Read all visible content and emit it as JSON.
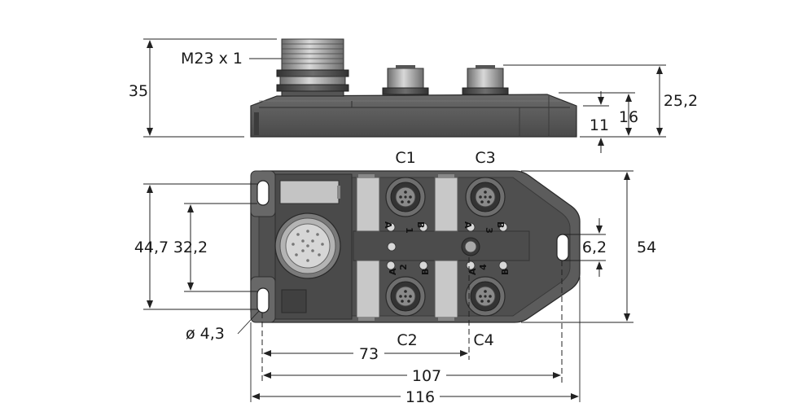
{
  "thread_label": "M23 x 1",
  "port_labels": {
    "c1": "C1",
    "c2": "C2",
    "c3": "C3",
    "c4": "C4"
  },
  "port_numbers": {
    "p1": "1",
    "p2": "2",
    "p3": "3",
    "p4": "4"
  },
  "pin_letters": {
    "a": "A",
    "b": "B"
  },
  "dimensions": {
    "height_35": "35",
    "height_25_2": "25,2",
    "height_16": "16",
    "height_11": "11",
    "width_44_7": "44,7",
    "width_32_2": "32,2",
    "width_6_2": "6,2",
    "width_54": "54",
    "hole_dia": "ø 4,3",
    "length_73": "73",
    "length_107": "107",
    "length_116": "116"
  },
  "colors": {
    "housing": "#5a5a5a",
    "housing_dark": "#3a3a3a",
    "panel_light": "#c8c8c8",
    "led": "#d8d8d8",
    "connector": "#9a9a9a"
  }
}
